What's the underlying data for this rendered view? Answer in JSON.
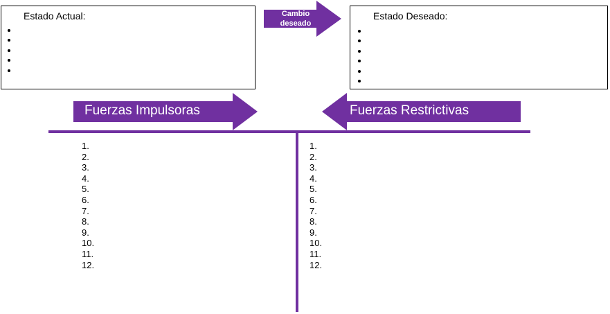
{
  "current_state": {
    "title": "Estado Actual:",
    "bullet_count": 5
  },
  "desired_state": {
    "title": "Estado Deseado:",
    "bullet_count": 6
  },
  "change_arrow": {
    "line1": "Cambio",
    "line2": "deseado"
  },
  "driving_forces": {
    "label": "Fuerzas Impulsoras",
    "items": [
      "1.",
      "2.",
      "3.",
      "4.",
      "5.",
      "6.",
      "7.",
      "8.",
      "9.",
      "10.",
      "11.",
      "12."
    ]
  },
  "restraining_forces": {
    "label": "Fuerzas Restrictivas",
    "items": [
      "1.",
      "2.",
      "3.",
      "4.",
      "5.",
      "6.",
      "7.",
      "8.",
      "9.",
      "10.",
      "11.",
      "12."
    ]
  },
  "colors": {
    "accent": "#7030a0",
    "text": "#000000",
    "background": "#ffffff"
  },
  "icons": [
    "arrow-right-icon",
    "arrow-left-icon"
  ]
}
